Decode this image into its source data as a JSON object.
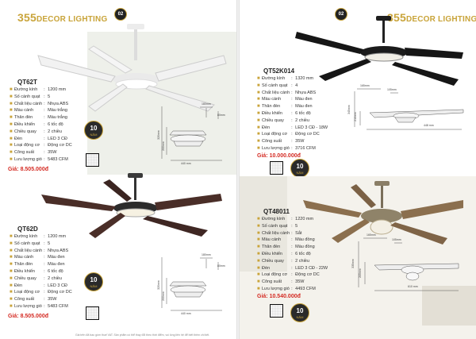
{
  "brand": {
    "num": "355",
    "text": "DECOR LIGHTING"
  },
  "page_badges": {
    "left": "02",
    "right": "02"
  },
  "labels": {
    "duong_kinh": "Đường kính",
    "so_canh": "Số cánh quạt",
    "chat_lieu": "Chất liệu cánh",
    "mau_canh": "Màu cánh",
    "than_den": "Thân đèn",
    "dieu_khien": "Điều khiển",
    "chieu_quay": "Chiều quay",
    "den": "Đèn",
    "loai_dong_co": "Loại động cơ",
    "cong_suat": "Công suất",
    "luu_luong": "Lưu lượng gió",
    "gia": "Giá:"
  },
  "warranty": {
    "num": "10",
    "text": "NĂM"
  },
  "products": {
    "qt62t": {
      "model": "QT62T",
      "specs": [
        "1200 mm",
        "5",
        "Nhựa ABS",
        "Màu trắng",
        "Màu trắng",
        "6 tốc độ",
        "2 chiều",
        "LED 3 CĐ",
        "Động cơ DC",
        "35W",
        "5483 CFM"
      ],
      "price": "8.505.000đ",
      "dims": {
        "top": "180mm",
        "drop": "80mm",
        "h": "320mm",
        "w": "440 mm",
        "hl": "200mm"
      }
    },
    "qt62d": {
      "model": "QT62D",
      "specs": [
        "1200 mm",
        "5",
        "Nhựa ABS",
        "Màu đen",
        "Màu đen",
        "6 tốc độ",
        "2 chiều",
        "LED 3 CĐ",
        "Động cơ DC",
        "35W",
        "5483 CFM"
      ],
      "price": "8.505.000đ",
      "dims": {
        "top": "180mm",
        "drop": "80mm",
        "h": "320mm",
        "w": "440 mm",
        "hl": "200mm"
      }
    },
    "qt52k014": {
      "model": "QT52K014",
      "specs": [
        "1320 mm",
        "4",
        "Nhựa ABS",
        "Màu đen",
        "Màu đen",
        "6 tốc độ",
        "2 chiều",
        "LED 3 CĐ - 18W",
        "Động cơ DC",
        "35W",
        "3716 CFM"
      ],
      "price": "10.000.000đ",
      "dims": {
        "top": "165mm",
        "drop": "105mm",
        "h": "345mm",
        "w": "448 mm",
        "hl": "210mm"
      }
    },
    "qt48011": {
      "model": "QT48011",
      "specs": [
        "1220 mm",
        "5",
        "Sắt",
        "Màu đồng",
        "Màu đồng",
        "6 tốc độ",
        "2 chiều",
        "LED 3 CĐ - 22W",
        "Động cơ DC",
        "35W",
        "4493 CFM"
      ],
      "price": "10.540.000đ",
      "dims": {
        "top": "165mm",
        "drop": "105mm",
        "h": "335mm",
        "w": "610 mm",
        "hl": "205mm"
      }
    }
  },
  "footnote": "Giá trên đã bao gồm thuế VAT. Sản phẩm có thể thay đổi theo thời điểm, vui lòng liên hệ để biết thêm chi tiết."
}
